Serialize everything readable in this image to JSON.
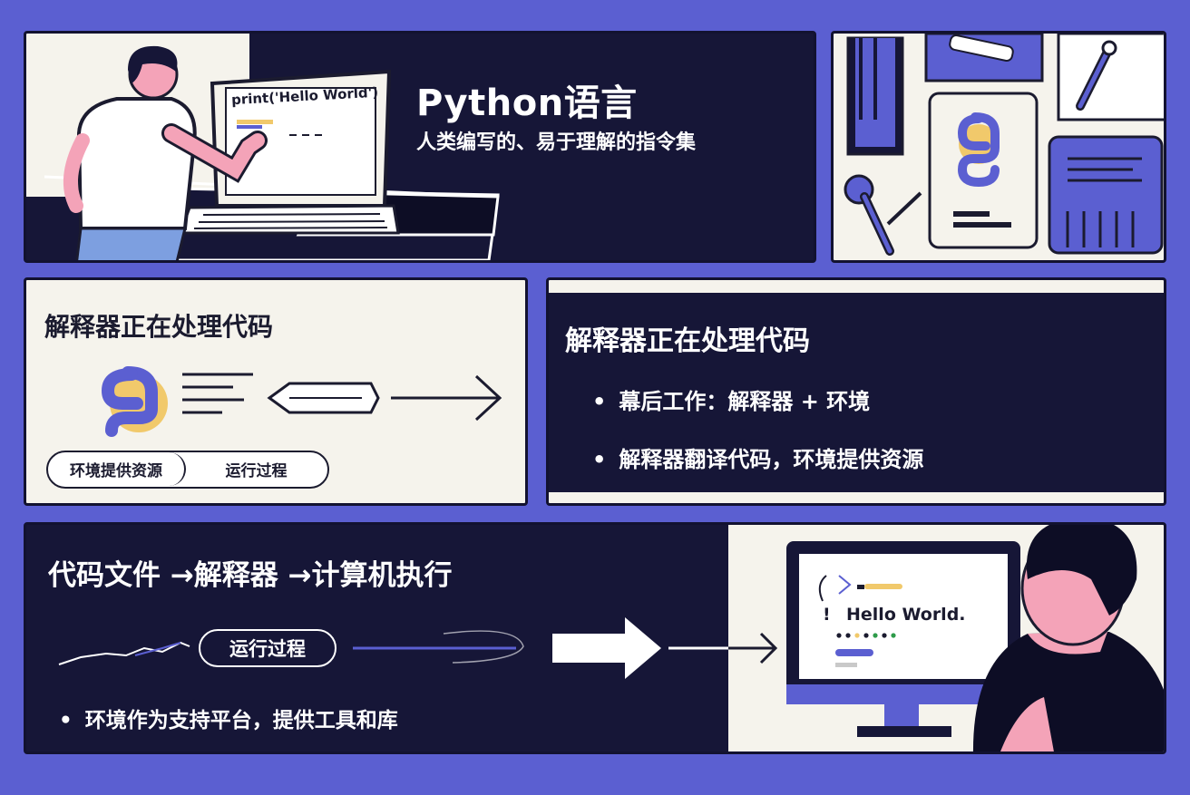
{
  "header": {
    "title": "Python语言",
    "subtitle": "人类编写的、易于理解的指令集",
    "laptop_code": "print('Hello World')"
  },
  "left_panel": {
    "heading": "解释器正在处理代码",
    "pill_left": "环境提供资源",
    "pill_right": "运行过程"
  },
  "right_panel": {
    "heading": "解释器正在处理代码",
    "bullets": [
      "幕后工作：解释器 + 环境",
      "解释器翻译代码，环境提供资源"
    ]
  },
  "bottom_panel": {
    "heading": "代码文件 →解释器 →计算机执行",
    "run_label": "运行过程",
    "bullet": "环境作为支持平台，提供工具和库",
    "screen_text": "Hello World.",
    "screen_mark": "!"
  },
  "colors": {
    "background": "#5b5fd1",
    "navy": "#161637",
    "cream": "#f5f3ec",
    "python_blue": "#5b5fd1",
    "python_yellow": "#f1c96b"
  },
  "icons": [
    "python-logo-icon",
    "arrow-right-icon",
    "wrench-icon",
    "document-icon",
    "laptop-icon",
    "monitor-icon"
  ]
}
